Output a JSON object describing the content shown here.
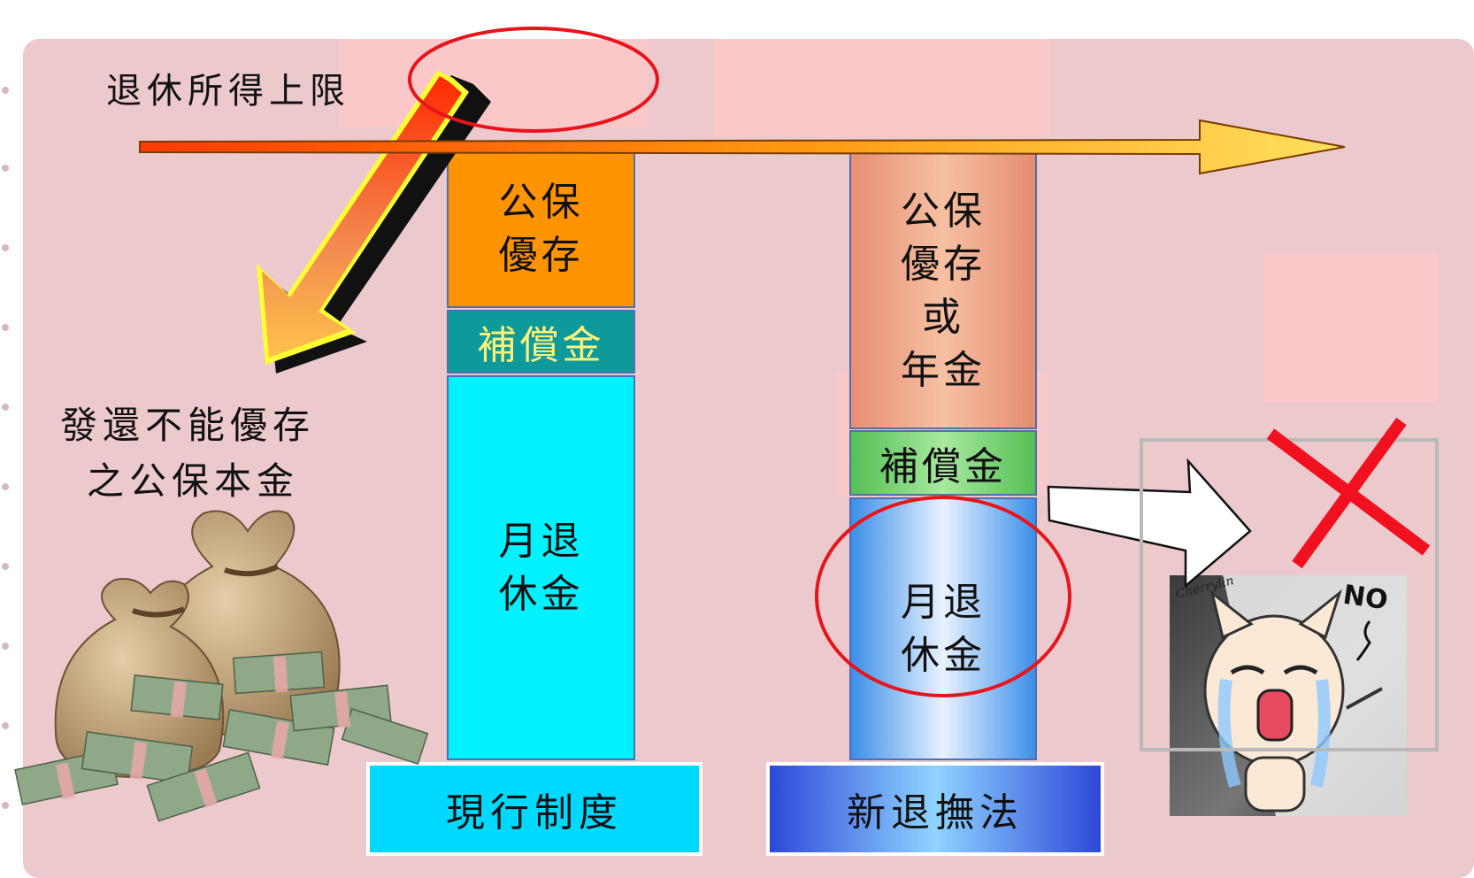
{
  "top_label": "退休所得上限",
  "left_note": [
    "發還不能優存",
    "之公保本金"
  ],
  "current_system": {
    "segments": {
      "gongbao": [
        "公保",
        "優存"
      ],
      "compensation": "補償金",
      "monthly": [
        "月退",
        "休金"
      ]
    },
    "caption": "現行制度"
  },
  "new_law": {
    "segments": {
      "gongbao": [
        "公保",
        "優存",
        "或",
        "年金"
      ],
      "compensation": "補償金",
      "monthly": [
        "月退",
        "休金"
      ]
    },
    "caption": "新退撫法"
  },
  "cartoon": {
    "speech": "NO",
    "signature": "Cherrylin"
  },
  "colors": {
    "background": "#ecc9cc",
    "current_gongbao": "#ff9400",
    "current_compensation": "#0e9a9a",
    "current_monthly": "#00f2ff",
    "new_gongbao": "#f2a785",
    "new_compensation": "#66cc66",
    "new_monthly": "#4a9ff0",
    "cap_arrow": "#ff6a00",
    "highlight": "#e8141b"
  }
}
